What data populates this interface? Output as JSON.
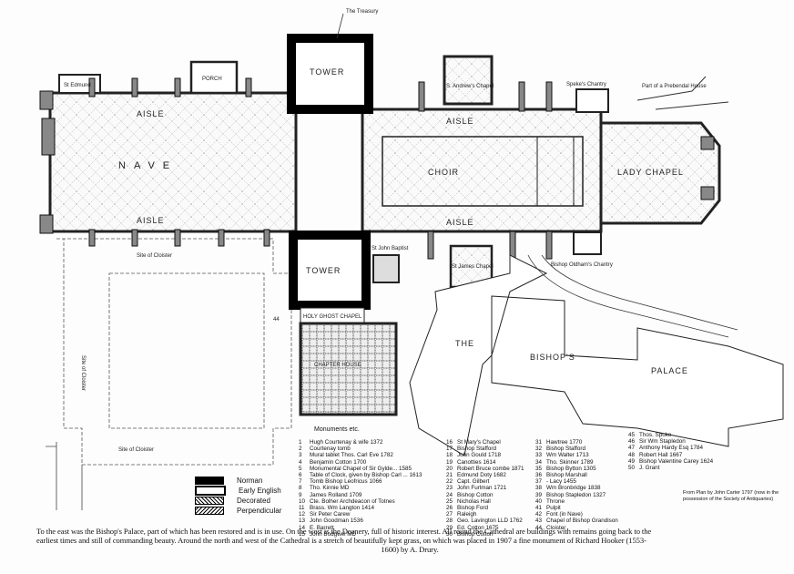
{
  "plan_labels": {
    "treasury": "The Treasury",
    "north_tower": "TOWER",
    "south_tower": "TOWER",
    "porch": "PORCH",
    "st_edmund": "St Edmund",
    "nave": "NAVE",
    "north_aisle": "AISLE",
    "south_aisle": "AISLE",
    "choir_aisle_north": "AISLE",
    "choir_aisle_south": "AISLE",
    "choir": "CHOIR",
    "andrews_chapel": "S. Andrew's Chapel",
    "spekes_chantry": "Speke's Chantry",
    "prebendal_house": "Part of a Prebendal House",
    "lady_chapel": "LADY CHAPEL",
    "oldhams_chantry": "Bishop Oldham's Chantry",
    "st_john_baptist": "St John Baptist",
    "st_james_chapel": "St James Chapel",
    "holy_ghost_chapel": "HOLY GHOST CHAPEL",
    "chapter_house": "CHAPTER HOUSE",
    "palace_the": "THE",
    "palace_bishops": "BISHOP'S",
    "palace_palace": "PALACE",
    "site_cloister_1": "Site of Cloister",
    "site_cloister_2": "Site of Cloister",
    "site_cloister_3": "Site of Cloister",
    "num_44": "44"
  },
  "monuments": {
    "title": "Monuments etc.",
    "col1": [
      {
        "n": "1",
        "t": "Hugh Courtenay & wife 1372"
      },
      {
        "n": "2",
        "t": "Courtenay tomb"
      },
      {
        "n": "3",
        "t": "Mural tablet Thos. Carl Eve 1782"
      },
      {
        "n": "4",
        "t": "Benjamin Cotton 1700"
      },
      {
        "n": "5",
        "t": "Monumental Chapel of Sir Gylde... 1585"
      },
      {
        "n": "6",
        "t": "Table of Clock, given by Bishop Carl ... 1613"
      },
      {
        "n": "7",
        "t": "Tomb Bishop Leofricus 1066"
      },
      {
        "n": "8",
        "t": "Tho. Kinnie MD"
      },
      {
        "n": "9",
        "t": "James Rolland 1709"
      },
      {
        "n": "10",
        "t": "Cte. Bolher Archdeacon of Totnes"
      },
      {
        "n": "11",
        "t": "Brass. Wm Langton 1414"
      },
      {
        "n": "12",
        "t": "Sir Peter Carew"
      },
      {
        "n": "13",
        "t": "John Goodman 1536"
      },
      {
        "n": "14",
        "t": "E. Barrett"
      },
      {
        "n": "15",
        "t": "John Bodgwel MD"
      }
    ],
    "col2": [
      {
        "n": "16",
        "t": "St Mary's Chapel"
      },
      {
        "n": "17",
        "t": "Bishop Stafford"
      },
      {
        "n": "18",
        "t": "John Gould 1718"
      },
      {
        "n": "19",
        "t": "Canotties 1614"
      },
      {
        "n": "20",
        "t": "Robert Bruce combe 1871"
      },
      {
        "n": "21",
        "t": "Edmund Doty 1682"
      },
      {
        "n": "22",
        "t": "Capt. Gilbert"
      },
      {
        "n": "23",
        "t": "John Furlman 1721"
      },
      {
        "n": "24",
        "t": "Bishop Cotton"
      },
      {
        "n": "25",
        "t": "Nicholas Hall"
      },
      {
        "n": "26",
        "t": "Bishop Ford"
      },
      {
        "n": "27",
        "t": "Raleigh"
      },
      {
        "n": "28",
        "t": "Geo. Lavington LLD 1762"
      },
      {
        "n": "29",
        "t": "Ed. Cotton 1675"
      },
      {
        "n": "30",
        "t": "Bishop Cotton"
      }
    ],
    "col3": [
      {
        "n": "31",
        "t": "Hawtree 1770"
      },
      {
        "n": "32",
        "t": "Bishop Stafford"
      },
      {
        "n": "33",
        "t": "Wm Walter 1713"
      },
      {
        "n": "34",
        "t": "Tho. Skinner 1789"
      },
      {
        "n": "35",
        "t": "Bishop Bytton 1305"
      },
      {
        "n": "36",
        "t": "Bishop Marshall"
      },
      {
        "n": "37",
        "t": "- Lacy 1455"
      },
      {
        "n": "38",
        "t": "Wm Bronbridge 1838"
      },
      {
        "n": "39",
        "t": "Bishop Stapledon 1327"
      },
      {
        "n": "40",
        "t": "Throne"
      },
      {
        "n": "41",
        "t": "Pulpit"
      },
      {
        "n": "42",
        "t": "Font (in Nave)"
      },
      {
        "n": "43",
        "t": "Chapel of Bishop Grandison"
      },
      {
        "n": "44",
        "t": "Cloister"
      }
    ],
    "col4": [
      {
        "n": "45",
        "t": "Thos. Spoke"
      },
      {
        "n": "46",
        "t": "Sir Wm Stapledon"
      },
      {
        "n": "47",
        "t": "Anthony Hardy Esq 1784"
      },
      {
        "n": "48",
        "t": "Robert Hall 1667"
      },
      {
        "n": "49",
        "t": "Bishop Valentine Carey 1624"
      },
      {
        "n": "50",
        "t": "J. Grant"
      }
    ]
  },
  "legend": [
    {
      "label": "Norman",
      "style": "solid"
    },
    {
      "label": "Early English",
      "style": "outline"
    },
    {
      "label": "Decorated",
      "style": "cross"
    },
    {
      "label": "Perpendicular",
      "style": "hatch"
    }
  ],
  "credit": "From Plan by John Carter 1797 (now in the possession of the Society of Antiquaries)",
  "caption": {
    "line1": "To the east was the Bishop's Palace, part of which has been restored and is in use.   On the west is the Deanery, full of historic interest.   All round the Cathedral are buildings with remains going back to the",
    "line2": "earliest times and still of commanding beauty.   Around the north and west of the Cathedral is a stretch of beautifully kept grass, on which was placed in 1907 a fine monument of Richard Hooker (1553-",
    "line3": "1600) by A. Drury."
  },
  "colors": {
    "ink": "#111111",
    "paper": "#fdfdfd",
    "stipple": "#cfcfcf"
  }
}
